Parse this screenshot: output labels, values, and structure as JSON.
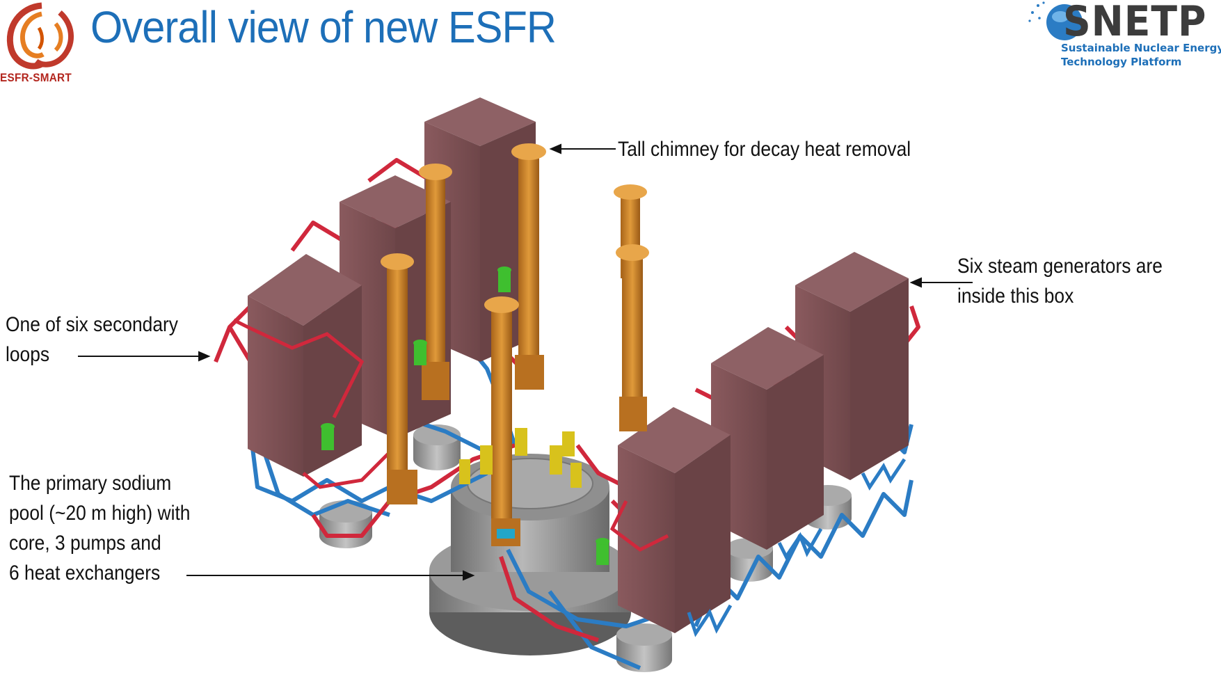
{
  "slide": {
    "title": "Overall view of new ESFR"
  },
  "logos": {
    "left": {
      "text": "ESFR-SMART",
      "icon": "phoenix-logo-icon"
    },
    "right": {
      "word": "SNETP",
      "line1": "Sustainable Nuclear Energy",
      "line2": "Technology Platform",
      "icon": "globe-logo-icon"
    }
  },
  "annotations": {
    "chimney": "Tall chimney for decay heat removal",
    "steam_line1": "Six steam generators are",
    "steam_line2": "inside this box",
    "loops_line1": "One of six secondary",
    "loops_line2": "loops",
    "pool_line1": "The primary sodium",
    "pool_line2": "pool (~20 m high) with",
    "pool_line3": "core, 3 pumps and",
    "pool_line4": "6 heat exchangers"
  },
  "colors": {
    "title": "#1d6fb8",
    "box": "#7a4f52",
    "chimney": "#c07a22",
    "hot_pipe": "#d0283c",
    "cold_pipe": "#2b7cc4",
    "pump": "#3fbf2f",
    "vessel": "#8e8e8e"
  }
}
